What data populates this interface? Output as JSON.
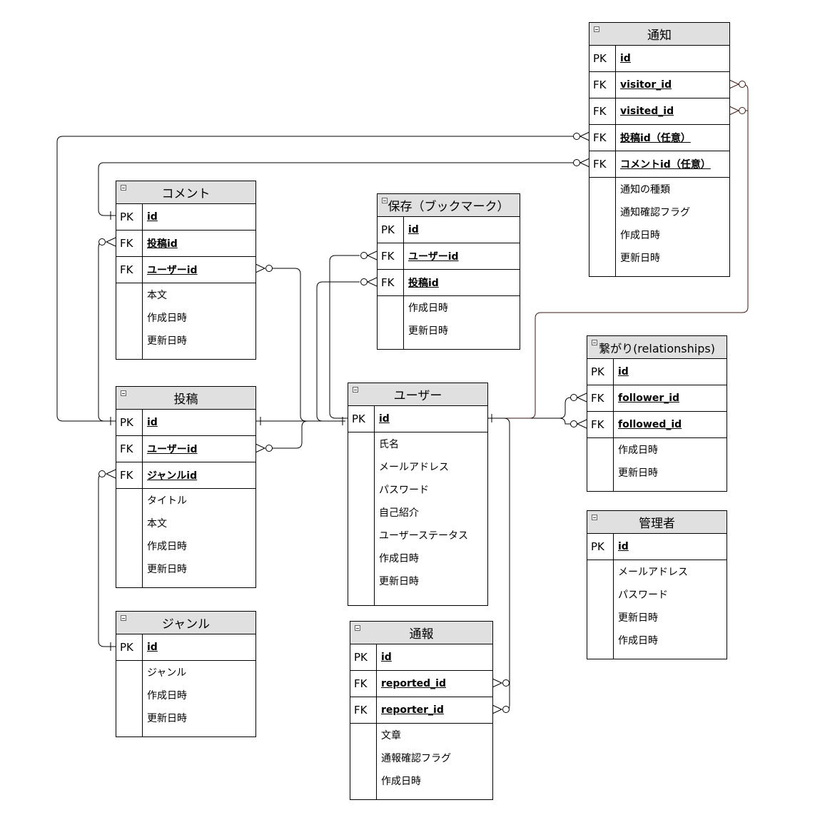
{
  "entities": {
    "notice": {
      "title": "通知",
      "keys": [
        {
          "type": "PK",
          "name": "id"
        },
        {
          "type": "FK",
          "name": "visitor_id"
        },
        {
          "type": "FK",
          "name": "visited_id"
        },
        {
          "type": "FK",
          "name": "投稿id（任意）"
        },
        {
          "type": "FK",
          "name": "コメントid（任意）"
        }
      ],
      "attrs": [
        "通知の種類",
        "通知確認フラグ",
        "作成日時",
        "更新日時"
      ]
    },
    "comment": {
      "title": "コメント",
      "keys": [
        {
          "type": "PK",
          "name": "id"
        },
        {
          "type": "FK",
          "name": "投稿id"
        },
        {
          "type": "FK",
          "name": "ユーザーid"
        }
      ],
      "attrs": [
        "本文",
        "作成日時",
        "更新日時"
      ]
    },
    "bookmark": {
      "title": "保存（ブックマーク）",
      "keys": [
        {
          "type": "PK",
          "name": "id"
        },
        {
          "type": "FK",
          "name": "ユーザーid"
        },
        {
          "type": "FK",
          "name": "投稿id"
        }
      ],
      "attrs": [
        "作成日時",
        "更新日時"
      ]
    },
    "post": {
      "title": "投稿",
      "keys": [
        {
          "type": "PK",
          "name": "id"
        },
        {
          "type": "FK",
          "name": "ユーザーid"
        },
        {
          "type": "FK",
          "name": "ジャンルid"
        }
      ],
      "attrs": [
        "タイトル",
        "本文",
        "作成日時",
        "更新日時"
      ]
    },
    "user": {
      "title": "ユーザー",
      "keys": [
        {
          "type": "PK",
          "name": "id"
        }
      ],
      "attrs": [
        "氏名",
        "メールアドレス",
        "パスワード",
        "自己紹介",
        "ユーザーステータス",
        "作成日時",
        "更新日時"
      ]
    },
    "relationship": {
      "title": "繋がり(relationships)",
      "keys": [
        {
          "type": "PK",
          "name": "id"
        },
        {
          "type": "FK",
          "name": "follower_id"
        },
        {
          "type": "FK",
          "name": "followed_id"
        }
      ],
      "attrs": [
        "作成日時",
        "更新日時"
      ]
    },
    "admin": {
      "title": "管理者",
      "keys": [
        {
          "type": "PK",
          "name": "id"
        }
      ],
      "attrs": [
        "メールアドレス",
        "パスワード",
        "更新日時",
        "作成日時"
      ]
    },
    "genre": {
      "title": "ジャンル",
      "keys": [
        {
          "type": "PK",
          "name": "id"
        }
      ],
      "attrs": [
        "ジャンル",
        "作成日時",
        "更新日時"
      ]
    },
    "report": {
      "title": "通報",
      "keys": [
        {
          "type": "PK",
          "name": "id"
        },
        {
          "type": "FK",
          "name": "reported_id"
        },
        {
          "type": "FK",
          "name": "reporter_id"
        }
      ],
      "attrs": [
        "文章",
        "通報確認フラグ",
        "作成日時"
      ]
    }
  },
  "colors": {
    "header_fill": "#e0e0e0",
    "line": "#000000",
    "line_highlight": "#3d1a14"
  }
}
